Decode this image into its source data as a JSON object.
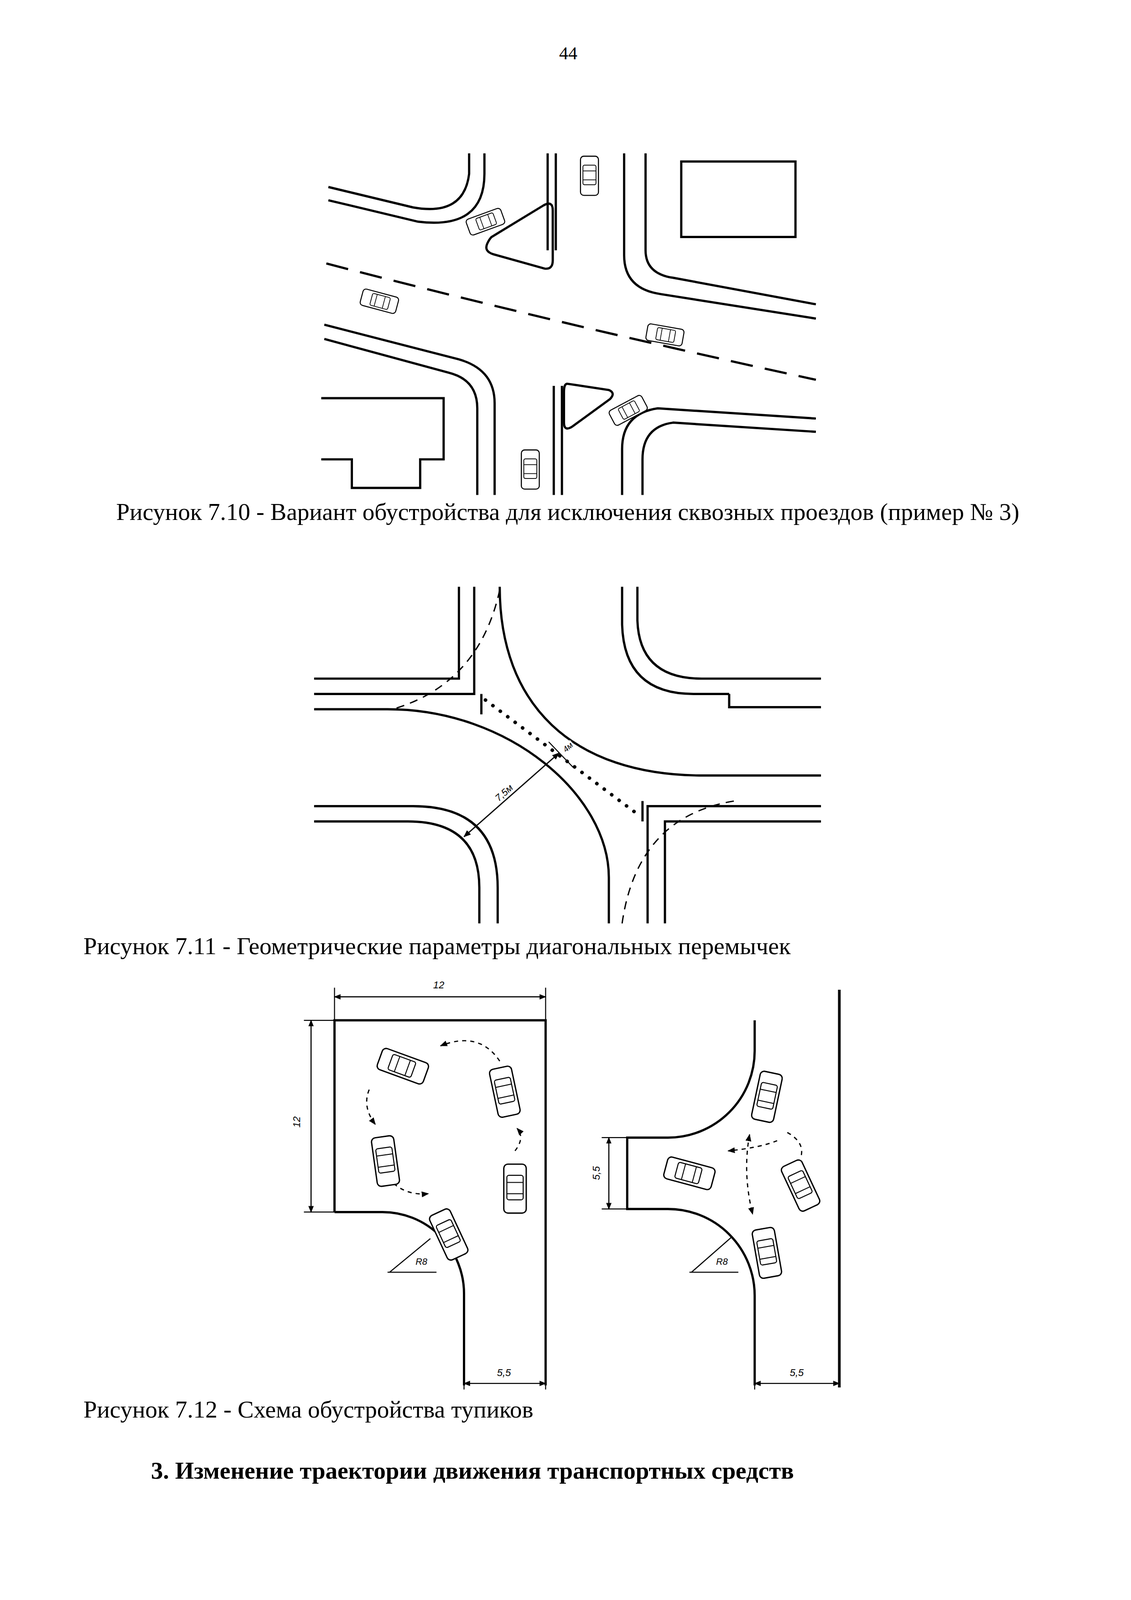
{
  "diagram": {
    "labels": [
      "44",
      "Рисунок 7.10 - Вариант обустройства для исключения сквозных проездов (пример № 3)",
      "7,5м",
      "4м",
      "Рисунок 7.11 - Геометрические параметры диагональных перемычек",
      "12",
      "12",
      "R8",
      "5,5",
      "5,5",
      "R8",
      "5,5",
      "Рисунок 7.12 - Схема обустройства тупиков",
      "3. Изменение траектории движения транспортных средств"
    ]
  }
}
